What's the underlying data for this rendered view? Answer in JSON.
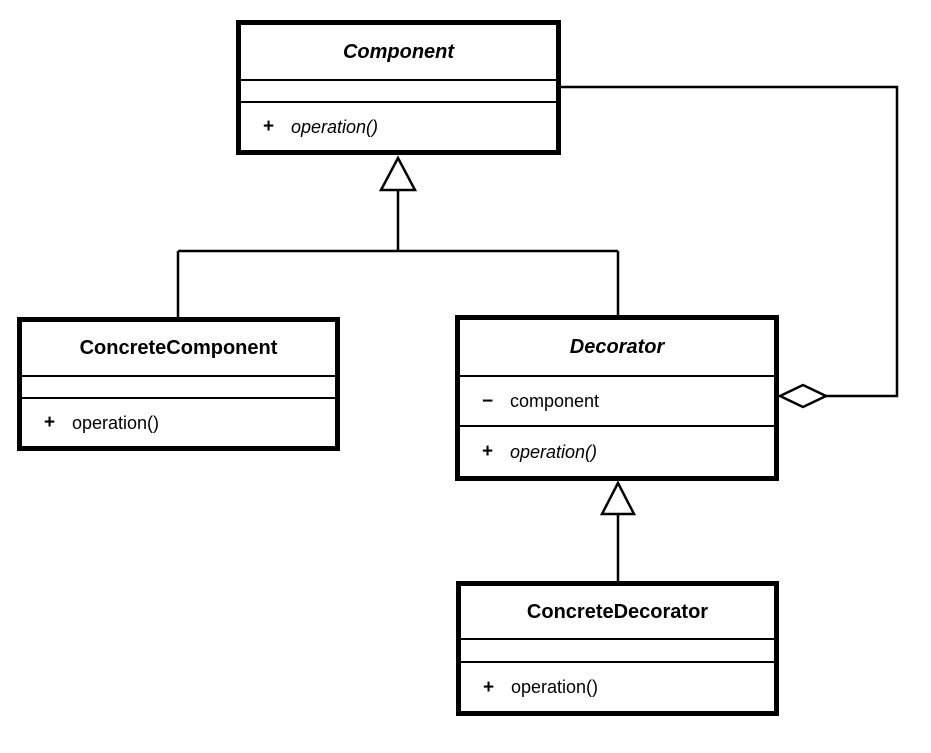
{
  "diagram": {
    "kind": "uml-class-diagram",
    "pattern": "Decorator",
    "line_color": "#000000",
    "background_color": "#ffffff"
  },
  "classes": {
    "component": {
      "name": "Component",
      "abstract": true,
      "attributes": [],
      "operations": [
        {
          "visibility": "+",
          "signature": "operation()",
          "abstract": true
        }
      ]
    },
    "concreteComponent": {
      "name": "ConcreteComponent",
      "abstract": false,
      "attributes": [],
      "operations": [
        {
          "visibility": "+",
          "signature": "operation()",
          "abstract": false
        }
      ]
    },
    "decorator": {
      "name": "Decorator",
      "abstract": true,
      "attributes": [
        {
          "visibility": "−",
          "name": "component"
        }
      ],
      "operations": [
        {
          "visibility": "+",
          "signature": "operation()",
          "abstract": true
        }
      ]
    },
    "concreteDecorator": {
      "name": "ConcreteDecorator",
      "abstract": false,
      "attributes": [],
      "operations": [
        {
          "visibility": "+",
          "signature": "operation()",
          "abstract": false
        }
      ]
    }
  },
  "relationships": [
    {
      "type": "generalization",
      "from": "ConcreteComponent",
      "to": "Component"
    },
    {
      "type": "generalization",
      "from": "Decorator",
      "to": "Component"
    },
    {
      "type": "generalization",
      "from": "ConcreteDecorator",
      "to": "Decorator"
    },
    {
      "type": "aggregation",
      "owner": "Decorator",
      "part": "Component"
    }
  ]
}
